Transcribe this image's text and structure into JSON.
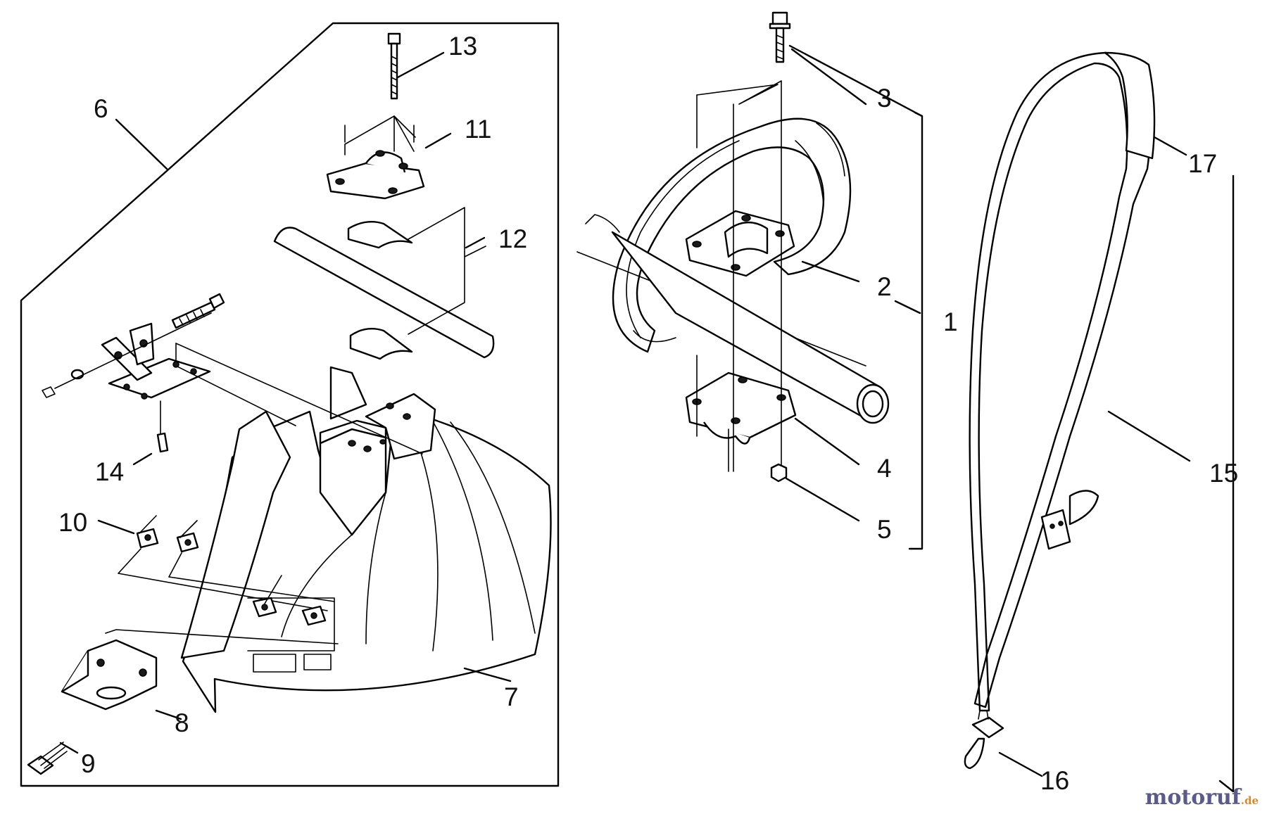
{
  "labels": {
    "1": "1",
    "2": "2",
    "3": "3",
    "4": "4",
    "5": "5",
    "6": "6",
    "7": "7",
    "8": "8",
    "9": "9",
    "10": "10",
    "11": "11",
    "12": "12",
    "13": "13",
    "14": "14",
    "15": "15",
    "16": "16",
    "17": "17"
  },
  "brand": {
    "name": "motoruf",
    "tld": ".de"
  }
}
